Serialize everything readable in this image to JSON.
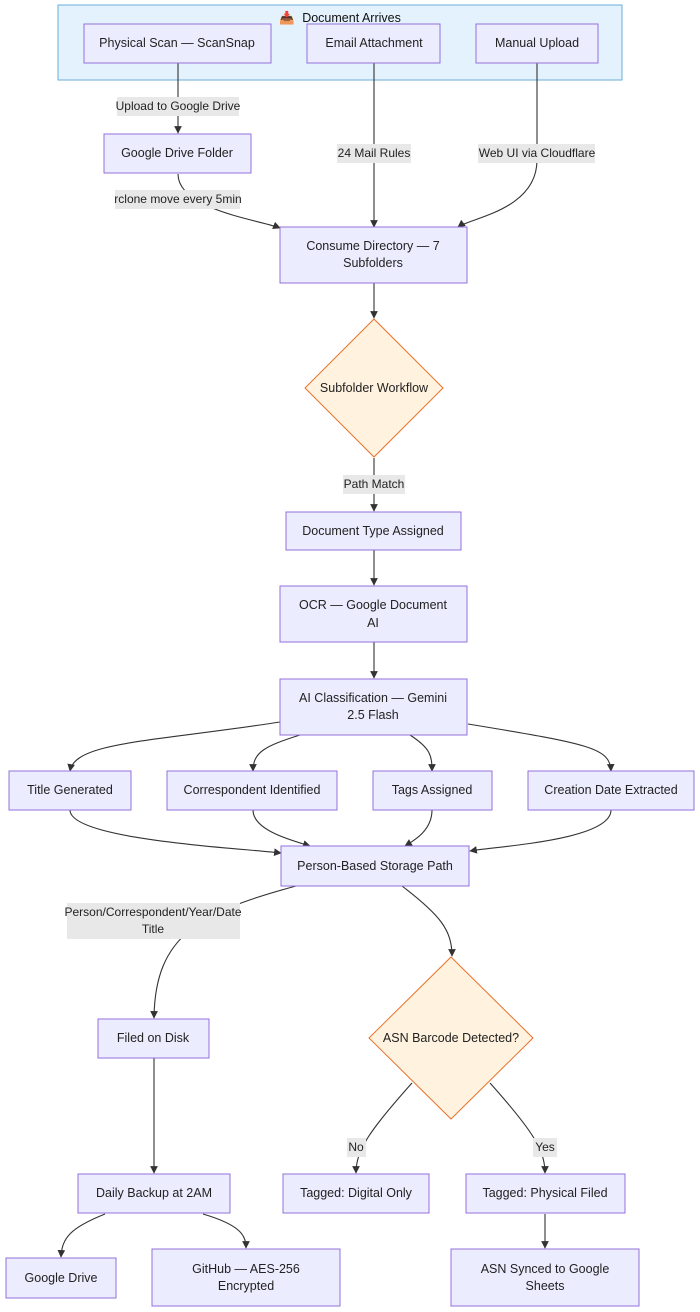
{
  "cluster": {
    "icon": "inbox-tray-icon",
    "emoji": "📥",
    "title": "Document Arrives"
  },
  "nodes": {
    "scan": "Physical Scan — ScanSnap",
    "email": "Email Attachment",
    "manual": "Manual Upload",
    "gdrive_folder": "Google Drive Folder",
    "consume": [
      "Consume Directory — 7",
      "Subfolders"
    ],
    "subfolder": "Subfolder Workflow",
    "doctype": "Document Type Assigned",
    "ocr": [
      "OCR — Google Document",
      "AI"
    ],
    "ai": [
      "AI Classification — Gemini",
      "2.5 Flash"
    ],
    "title": "Title Generated",
    "correspondent": "Correspondent Identified",
    "tags": "Tags Assigned",
    "creation": "Creation Date Extracted",
    "storage": "Person-Based Storage Path",
    "filed": "Filed on Disk",
    "asn": "ASN Barcode Detected?",
    "backup": "Daily Backup at 2AM",
    "digital": "Tagged: Digital Only",
    "physical": "Tagged: Physical Filed",
    "gdrive": "Google Drive",
    "github": [
      "GitHub — AES-256",
      "Encrypted"
    ],
    "asn_sync": [
      "ASN Synced to Google",
      "Sheets"
    ]
  },
  "edge_labels": {
    "upload": "Upload to Google Drive",
    "mail_rules": "24 Mail Rules",
    "web_ui": "Web UI via Cloudflare",
    "rclone": "rclone move every 5min",
    "path_match": "Path Match",
    "person_path": [
      "Person/Correspondent/Year/Date",
      "Title"
    ],
    "no": "No",
    "yes": "Yes"
  },
  "colors": {
    "node_fill": "#ECECFF",
    "node_stroke": "#9370DB",
    "decision_fill": "#FFF2DE",
    "decision_stroke": "#E8712A",
    "cluster_fill": "#E3F2FD",
    "cluster_stroke": "#6BAED6",
    "edge": "#333333",
    "label_bg": "#E8E8E8"
  }
}
